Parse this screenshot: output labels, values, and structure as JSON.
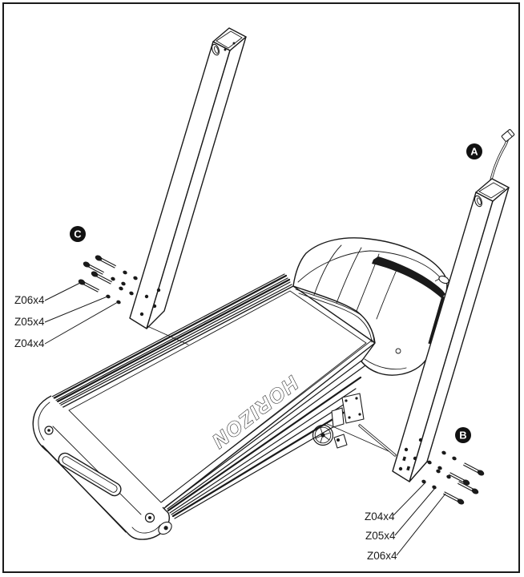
{
  "figure": {
    "brand_logo": "HORIZON"
  },
  "callouts": {
    "a": "A",
    "b": "B",
    "c": "C"
  },
  "labels": {
    "left": [
      "Z06x4",
      "Z05x4",
      "Z04x4"
    ],
    "bottom_right": [
      "Z04x4",
      "Z05x4",
      "Z06x4"
    ]
  },
  "colors": {
    "line": "#1a1a1a",
    "background": "#ffffff",
    "callout_fill": "#111111",
    "callout_text": "#ffffff"
  }
}
